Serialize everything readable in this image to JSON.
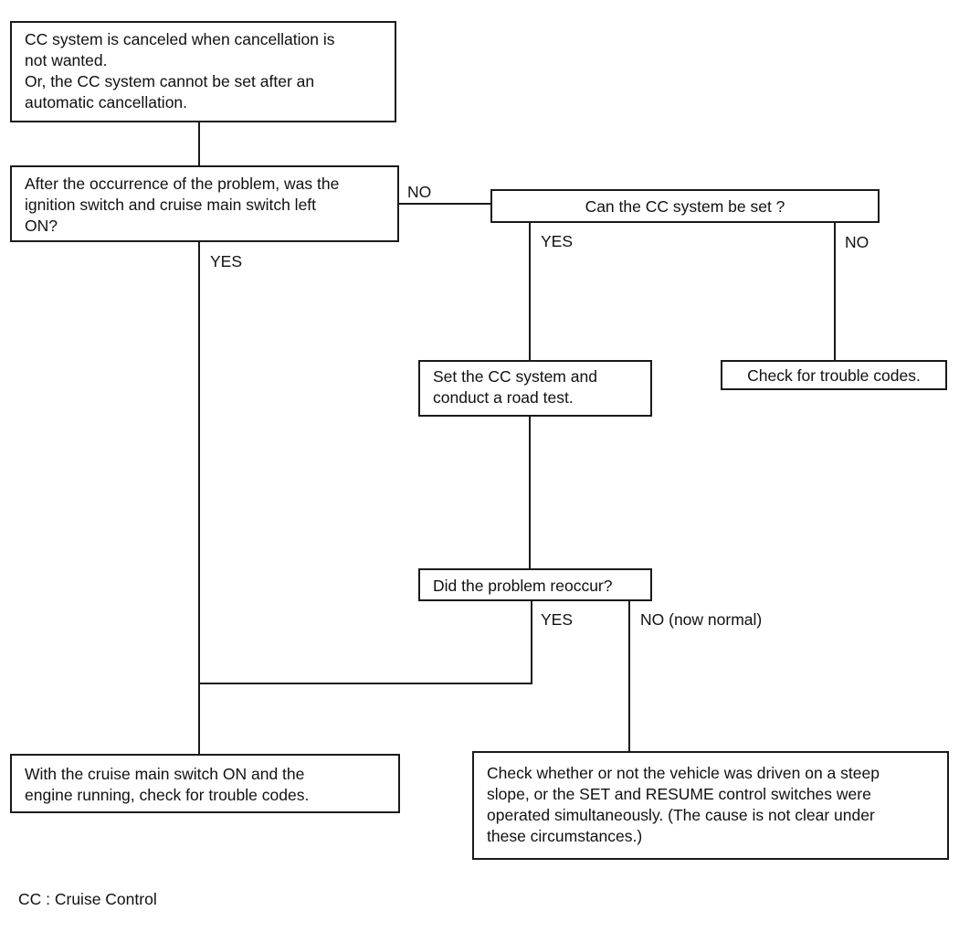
{
  "nodes": {
    "start": "CC system is canceled when cancellation is\nnot wanted.\nOr, the CC system cannot be set after an\nautomatic cancellation.",
    "q_ignition_left_on": "After the occurrence of the problem, was the\nignition switch and cruise main switch left\nON?",
    "q_can_be_set": "Can the CC system be set ?",
    "set_and_road_test": "Set the CC system and\nconduct a road test.",
    "check_trouble_codes": "Check for trouble codes.",
    "q_problem_reoccur": "Did the problem reoccur?",
    "check_codes_engine_running": "With the cruise main switch ON and the\nengine running, check for trouble codes.",
    "check_steep_slope": "Check whether or not the vehicle was driven on a steep\nslope, or the SET and RESUME control switches were\noperated simultaneously. (The cause is not clear under\nthese circumstances.)"
  },
  "edge_labels": {
    "q1_no": "NO",
    "q1_yes": "YES",
    "q2_yes": "YES",
    "q2_no": "NO",
    "q3_yes": "YES",
    "q3_no": "NO (now normal)"
  },
  "footnote": "CC : Cruise Control"
}
